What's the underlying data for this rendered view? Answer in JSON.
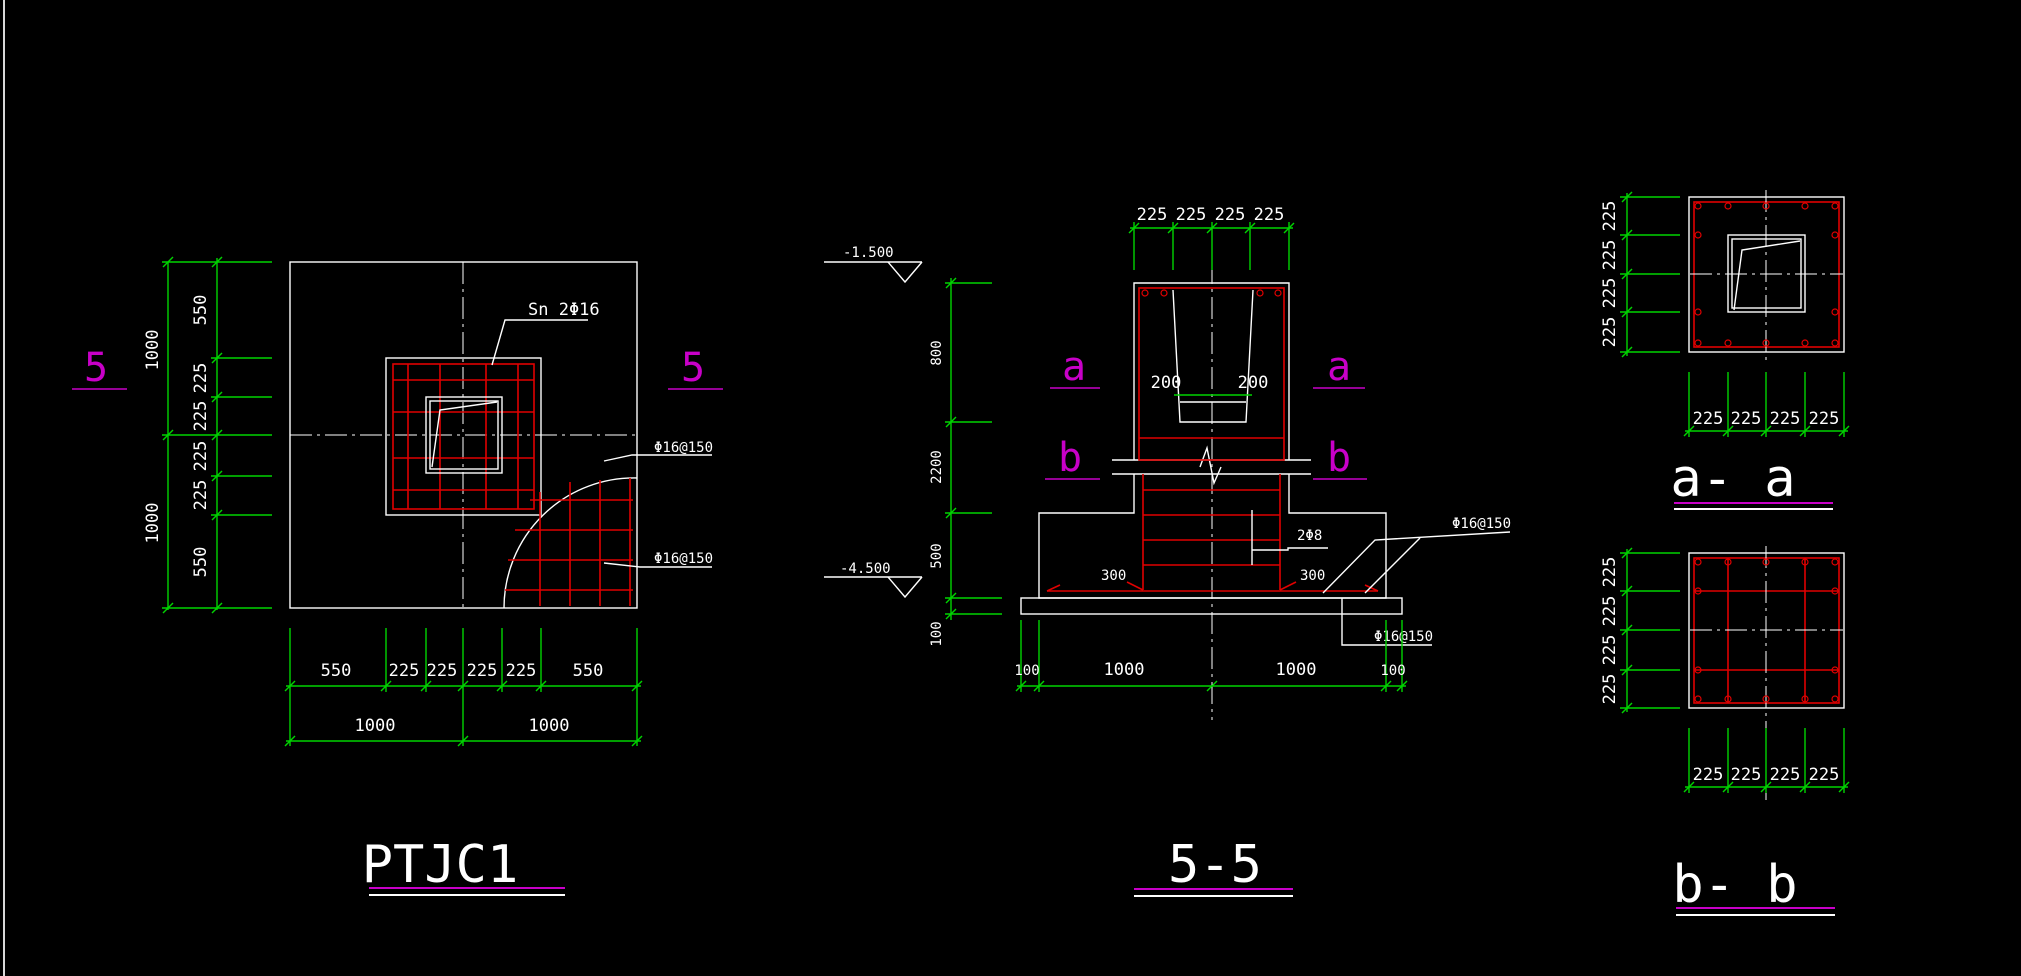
{
  "plan": {
    "title": "PTJC1",
    "section_mark": "5",
    "rebar_sn": "Sn 2Φ16",
    "rebar_1": "Φ16@150",
    "rebar_2": "Φ16@150",
    "dims_bottom": [
      "550",
      "225",
      "225",
      "225",
      "225",
      "550"
    ],
    "dims_bottom_total": [
      "1000",
      "1000"
    ],
    "dims_left": [
      "550",
      "225",
      "225",
      "225",
      "225",
      "550"
    ],
    "dims_left_total": [
      "1000",
      "1000"
    ]
  },
  "section": {
    "title": "5-5",
    "mark_a": "a",
    "mark_b": "b",
    "elev_top": "-1.500",
    "elev_bottom": "-4.500",
    "dims_top": [
      "225",
      "225",
      "225",
      "225"
    ],
    "dims_left": [
      "800",
      "2200",
      "500",
      "100"
    ],
    "dims_inner": [
      "200",
      "200"
    ],
    "dims_300": [
      "300",
      "300"
    ],
    "stirrup": "2Φ8",
    "rebar_1": "Φ16@150",
    "rebar_2": "Φ16@150",
    "dims_bottom": [
      "100",
      "1000",
      "1000",
      "100"
    ]
  },
  "sec_a": {
    "title": "a- a",
    "dims_left": [
      "225",
      "225",
      "225",
      "225"
    ],
    "dims_bottom": [
      "225",
      "225",
      "225",
      "225"
    ]
  },
  "sec_b": {
    "title": "b- b",
    "dims_left": [
      "225",
      "225",
      "225",
      "225"
    ],
    "dims_bottom": [
      "225",
      "225",
      "225",
      "225"
    ]
  },
  "colors": {
    "background": "#000000",
    "outline": "#ffffff",
    "dimension": "#00d400",
    "rebar": "#e00000",
    "annotation": "#c800c8"
  }
}
